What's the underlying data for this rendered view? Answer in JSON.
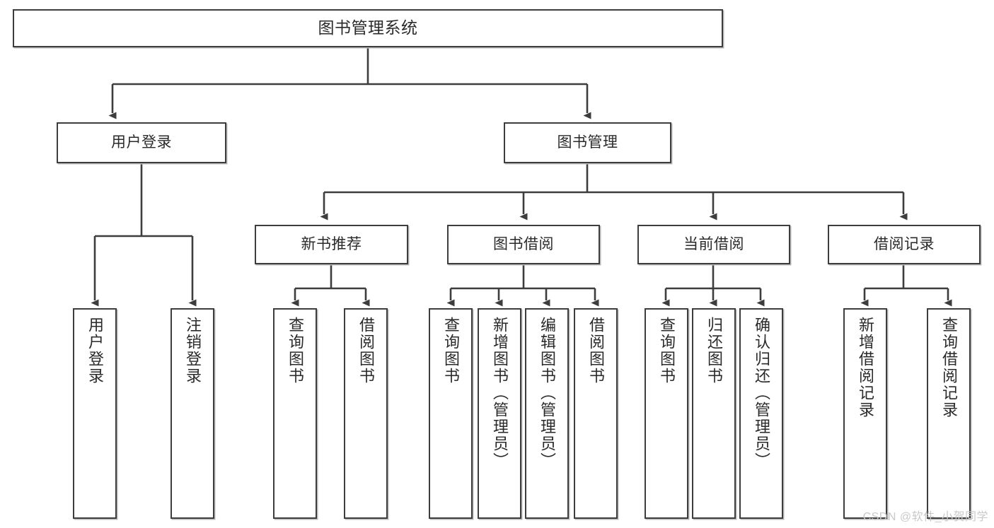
{
  "diagram": {
    "type": "tree",
    "title": "图书管理系统",
    "stroke_color": "#3d3d3d",
    "fill_color": "#ffffff",
    "text_color": "#2a2a2a",
    "shadow_color": "#b9b9b9",
    "nodes": {
      "root": {
        "label": "图书管理系统"
      },
      "level2": [
        {
          "label": "用户登录"
        },
        {
          "label": "图书管理"
        }
      ],
      "level3": [
        {
          "label": "新书推荐"
        },
        {
          "label": "图书借阅"
        },
        {
          "label": "当前借阅"
        },
        {
          "label": "借阅记录"
        }
      ],
      "leaves": {
        "user_login": [
          {
            "label": "用户登录"
          },
          {
            "label": "注销登录"
          }
        ],
        "new_book_recommend": [
          {
            "label": "查询图书"
          },
          {
            "label": "借阅图书"
          }
        ],
        "book_borrow": [
          {
            "label": "查询图书"
          },
          {
            "label": "新增图书（管理员）"
          },
          {
            "label": "编辑图书（管理员）"
          },
          {
            "label": "借阅图书"
          }
        ],
        "current_borrow": [
          {
            "label": "查询图书"
          },
          {
            "label": "归还图书"
          },
          {
            "label": "确认归还（管理员）"
          }
        ],
        "borrow_record": [
          {
            "label": "新增借阅记录"
          },
          {
            "label": "查询借阅记录"
          }
        ]
      }
    }
  },
  "watermark": {
    "text": "CSDN @软件_小贺同学"
  }
}
